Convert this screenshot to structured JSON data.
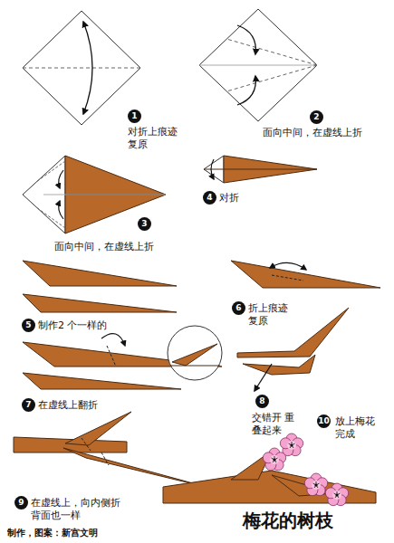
{
  "diagram": {
    "title": "梅花的树枝",
    "caption": "制作，图案：新宫文明",
    "labels": [
      "1",
      "对折上痕迹 复原",
      "2",
      "面向中间，在虚线上折",
      "3",
      "面向中间，在虚线上折",
      "4",
      "对折",
      "5",
      "制作2 个一样的",
      "6",
      "折上痕迹 复原",
      "7",
      "在虚线上翻折",
      "8",
      "交错开 重叠起来",
      "9",
      "在虚线上，向内侧折 背面也一样",
      "10",
      "放上梅花 完成"
    ]
  }
}
